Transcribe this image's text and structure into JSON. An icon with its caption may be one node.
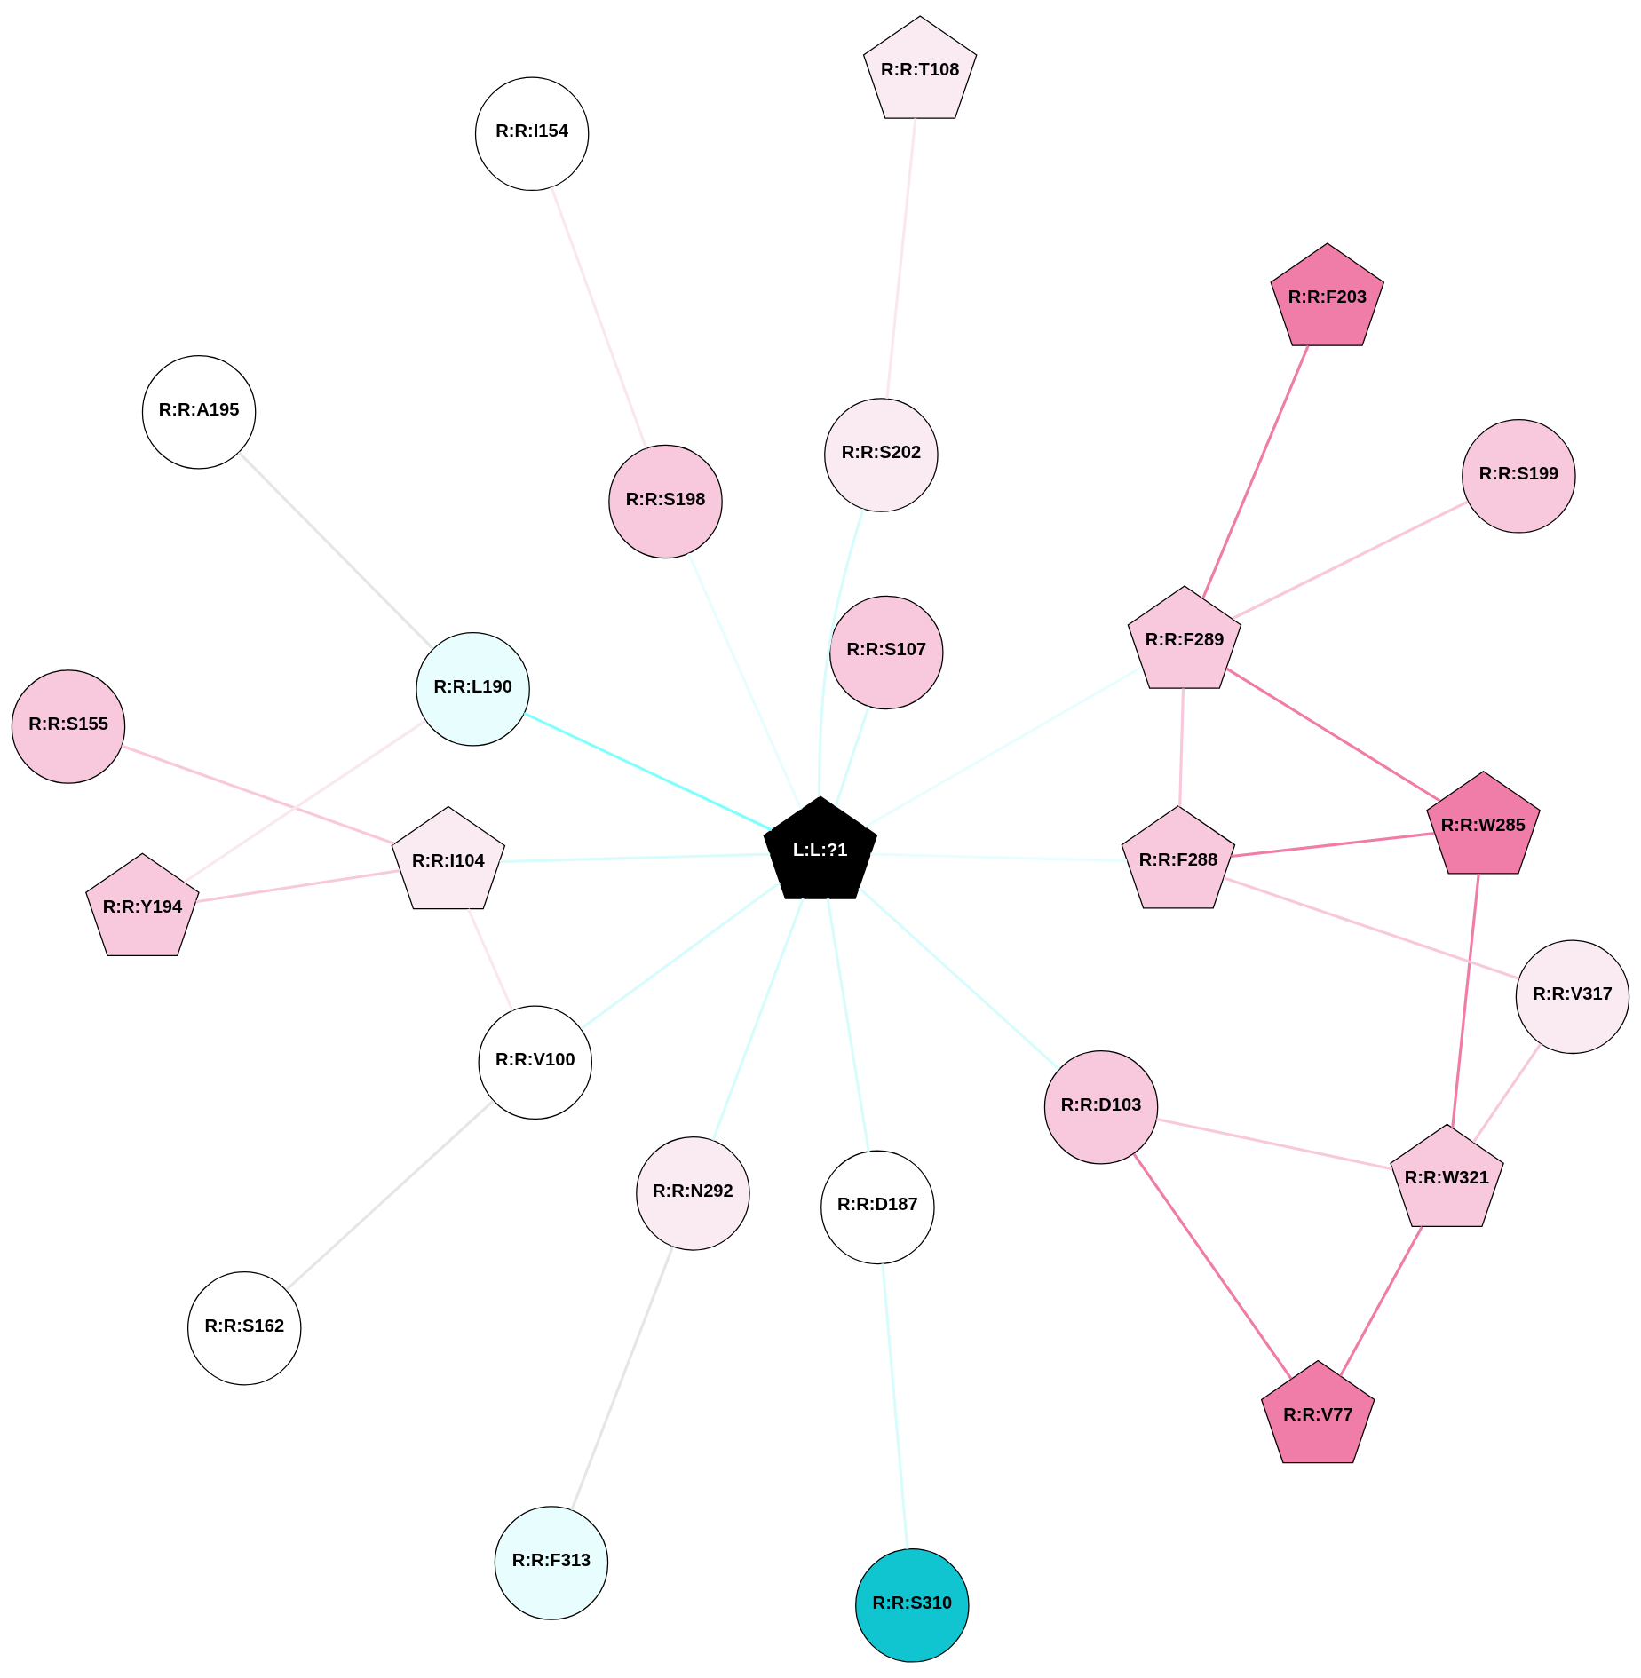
{
  "diagram": {
    "nodes": [
      {
        "text": [
          "R:R:V77"
        ]
      },
      {
        "text": [
          "R:R:S310"
        ]
      },
      {
        "text": [
          "R:R:S162"
        ]
      },
      {
        "text": [
          "R:R:A195"
        ]
      },
      {
        "text": [
          "R:R:W321"
        ]
      },
      {
        "text": [
          "R:R:V100"
        ]
      },
      {
        "text": [
          "R:R:D187"
        ]
      },
      {
        "text": [
          "R:R:D103"
        ]
      },
      {
        "text": [
          "R:R:F313"
        ]
      },
      {
        "text": [
          "R:R:N292"
        ]
      },
      {
        "text": [
          "R:R:I104"
        ]
      },
      {
        "text": [
          "R:R:S155"
        ]
      },
      {
        "text": [
          "L:L:?1"
        ]
      },
      {
        "text": [
          "R:R:F289"
        ]
      },
      {
        "text": [
          "R:R:S107"
        ]
      },
      {
        "text": [
          "R:R:V317"
        ]
      },
      {
        "text": [
          "R:R:Y194"
        ]
      },
      {
        "text": [
          "R:R:F288"
        ]
      },
      {
        "text": [
          "R:R:L190"
        ]
      },
      {
        "text": [
          "R:R:S202"
        ]
      },
      {
        "text": [
          "R:R:S198"
        ]
      },
      {
        "text": [
          "R:R:W285"
        ]
      },
      {
        "text": [
          "R:R:T108"
        ]
      },
      {
        "text": [
          "R:R:F203"
        ]
      },
      {
        "text": [
          "R:R:I154"
        ]
      },
      {
        "text": [
          "R:R:S199"
        ]
      }
    ],
    "edges": [
      {
        "from": 0,
        "to": 4,
        "arrow": "none",
        "color": "#f07ca8"
      },
      {
        "from": 0,
        "to": 7,
        "arrow": "none",
        "color": "#f07ca8"
      },
      {
        "from": 2,
        "to": 5,
        "arrow": "none",
        "color": "#e6e6e6"
      },
      {
        "from": 1,
        "to": 6,
        "arrow": "none",
        "color": "#d8fcfc"
      },
      {
        "from": 4,
        "to": 7,
        "arrow": "none",
        "color": "#f8c8dc"
      },
      {
        "from": 4,
        "to": 21,
        "arrow": "none",
        "color": "#f07ca8"
      },
      {
        "from": 4,
        "to": 15,
        "arrow": "none",
        "color": "#f8c8dc"
      },
      {
        "from": 3,
        "to": 18,
        "arrow": "none",
        "color": "#e6e6e6"
      },
      {
        "from": 5,
        "to": 10,
        "arrow": "none",
        "color": "#fae8f0"
      },
      {
        "from": 5,
        "to": 12,
        "arrow": "none",
        "color": "#d8fcfc"
      },
      {
        "from": 6,
        "to": 12,
        "arrow": "none",
        "color": "#d8fcfc"
      },
      {
        "from": 7,
        "to": 12,
        "arrow": "none",
        "color": "#d8fcfc"
      },
      {
        "from": 8,
        "to": 9,
        "arrow": "none",
        "color": "#e6e6e6"
      },
      {
        "from": 9,
        "to": 12,
        "arrow": "none",
        "color": "#d8fcfc"
      },
      {
        "from": 10,
        "to": 11,
        "arrow": "none",
        "color": "#f8c8dc"
      },
      {
        "from": 10,
        "to": 12,
        "arrow": "none",
        "color": "#d8fcfc"
      },
      {
        "from": 10,
        "to": 16,
        "arrow": "none",
        "color": "#f8c8dc"
      },
      {
        "from": 12,
        "to": 13,
        "arrow": "none",
        "color": "#e8fefe"
      },
      {
        "from": 12,
        "to": 14,
        "arrow": "none",
        "color": "#d8fcfc"
      },
      {
        "from": 12,
        "to": 18,
        "arrow": "none",
        "color": "#80ffff"
      },
      {
        "from": 12,
        "to": 17,
        "arrow": "none",
        "color": "#e8fefe"
      },
      {
        "from": 12,
        "to": 19,
        "arrow": "none",
        "color": "#d8fcfc"
      },
      {
        "from": 12,
        "to": 20,
        "arrow": "none",
        "color": "#e8fefe"
      },
      {
        "from": 13,
        "to": 21,
        "arrow": "none",
        "color": "#f07ca8"
      },
      {
        "from": 13,
        "to": 23,
        "arrow": "none",
        "color": "#f07ca8"
      },
      {
        "from": 13,
        "to": 17,
        "arrow": "none",
        "color": "#f8c8dc"
      },
      {
        "from": 13,
        "to": 25,
        "arrow": "none",
        "color": "#f8c8dc"
      },
      {
        "from": 15,
        "to": 17,
        "arrow": "none",
        "color": "#f8c8dc"
      },
      {
        "from": 17,
        "to": 21,
        "arrow": "none",
        "color": "#f07ca8"
      },
      {
        "from": 16,
        "to": 18,
        "arrow": "none",
        "color": "#fae8f0"
      },
      {
        "from": 19,
        "to": 22,
        "arrow": "none",
        "color": "#fae8f0"
      },
      {
        "from": 20,
        "to": 24,
        "arrow": "none",
        "color": "#fae8f0"
      }
    ]
  }
}
